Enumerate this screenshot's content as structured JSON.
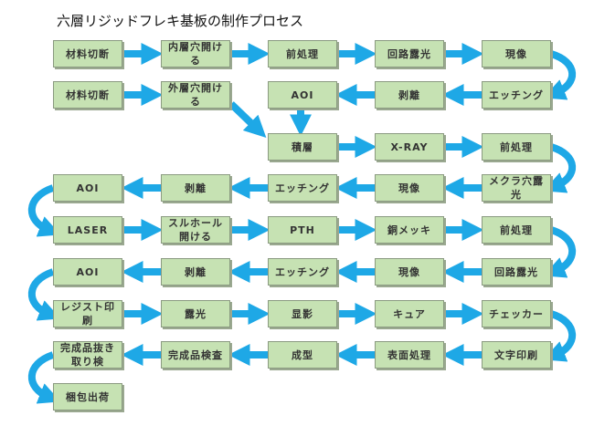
{
  "title": "六層リジッドフレキ基板の制作プロセス",
  "colors": {
    "box_fill": "#c6e2b3",
    "box_border": "#8a9a80",
    "arrow": "#1ea8e6"
  },
  "steps": {
    "r1": [
      "材料切断",
      "内層穴開ける",
      "前処理",
      "回路露光",
      "現像"
    ],
    "r2": [
      "材料切断",
      "外層穴開ける",
      "AOI",
      "剥離",
      "エッチング"
    ],
    "r3": [
      "積層",
      "X-RAY",
      "前処理"
    ],
    "r4": [
      "AOI",
      "剥離",
      "エッチング",
      "現像",
      "メクラ穴露光"
    ],
    "r5": [
      "LASER",
      "スルホール開ける",
      "PTH",
      "銅メッキ",
      "前処理"
    ],
    "r6": [
      "AOI",
      "剥離",
      "エッチング",
      "現像",
      "回路露光"
    ],
    "r7": [
      "レジスト印刷",
      "露光",
      "显影",
      "キュア",
      "チェッカー"
    ],
    "r8": [
      "完成品抜き取り検",
      "完成品検査",
      "成型",
      "表面処理",
      "文字印刷"
    ],
    "r9": [
      "梱包出荷"
    ]
  }
}
